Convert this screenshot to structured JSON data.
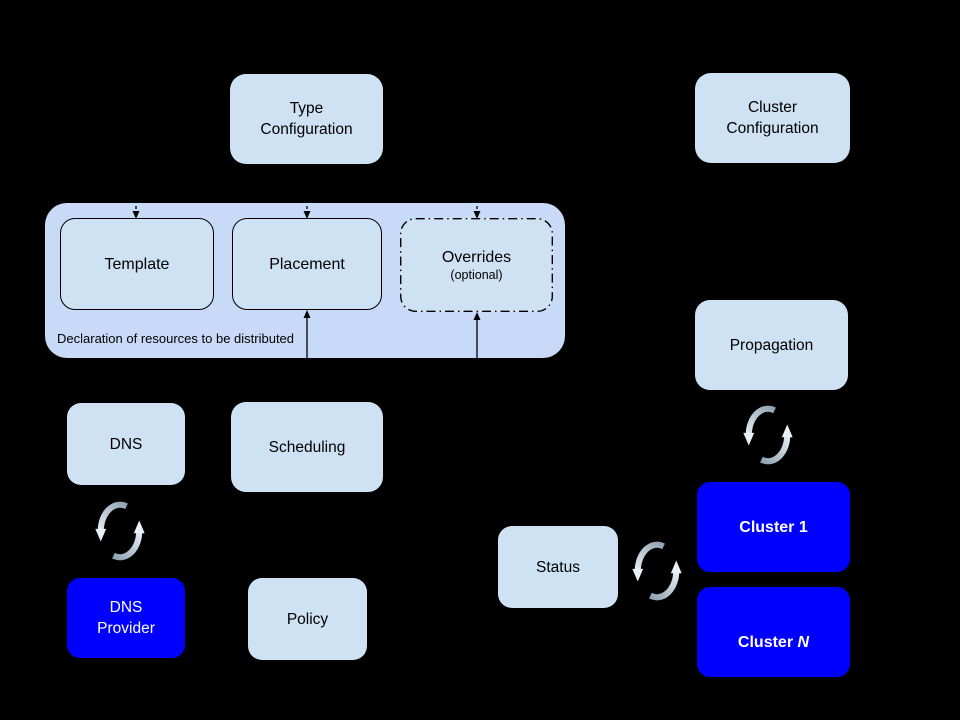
{
  "nodes": {
    "type_configuration": {
      "label": "Type\nConfiguration"
    },
    "cluster_configuration": {
      "label": "Cluster\nConfiguration"
    },
    "template": {
      "label": "Template"
    },
    "placement": {
      "label": "Placement"
    },
    "overrides": {
      "label": "Overrides",
      "sublabel": "(optional)"
    },
    "group_caption": {
      "label": "Declaration of resources to be distributed"
    },
    "dns": {
      "label": "DNS"
    },
    "scheduling": {
      "label": "Scheduling"
    },
    "policy": {
      "label": "Policy"
    },
    "dns_provider": {
      "label": "DNS\nProvider"
    },
    "propagation": {
      "label": "Propagation"
    },
    "status": {
      "label": "Status"
    },
    "cluster_1": {
      "label": "Cluster 1"
    },
    "cluster_n": {
      "label_prefix": "Cluster ",
      "label_italic": "N"
    }
  },
  "icons": {
    "sync": "circular-sync-arrows"
  },
  "edges": [
    {
      "to": "template",
      "dir": "down",
      "style": "dashed-arrow"
    },
    {
      "to": "placement",
      "dir": "down",
      "style": "dashed-arrow"
    },
    {
      "to": "overrides",
      "dir": "down",
      "style": "dashed-arrow"
    },
    {
      "to": "placement",
      "dir": "up",
      "style": "solid-arrow"
    },
    {
      "to": "overrides",
      "dir": "up",
      "style": "solid-arrow"
    }
  ],
  "sync_links": [
    {
      "between": [
        "dns",
        "dns_provider"
      ]
    },
    {
      "between": [
        "propagation",
        "cluster_1"
      ]
    },
    {
      "between": [
        "status",
        "cluster_1"
      ]
    }
  ],
  "colors": {
    "background": "#000000",
    "box_fill": "#cfe2f3",
    "group_fill": "#c9daf8",
    "highlight_fill": "#0000ff",
    "box_text": "#000000",
    "highlight_text": "#ffffff",
    "connector": "#000000",
    "sync_dark": "#8fa2b2",
    "sync_light": "#e9f1f8"
  }
}
